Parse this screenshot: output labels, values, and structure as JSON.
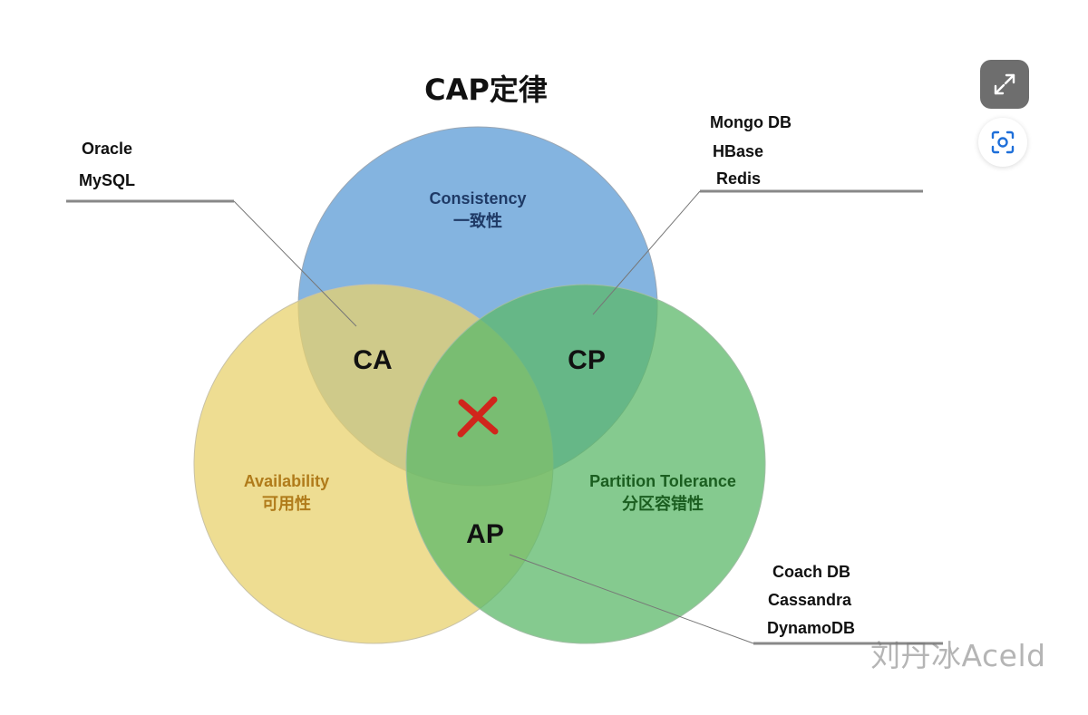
{
  "diagram": {
    "title": "CAP定律",
    "circles": {
      "consistency": {
        "name_en": "Consistency",
        "name_zh": "一致性",
        "color": "#5b9bd5",
        "text_color": "#1f3a66"
      },
      "availability": {
        "name_en": "Availability",
        "name_zh": "可用性",
        "color": "#e8d26e",
        "text_color": "#b07b1a"
      },
      "partition": {
        "name_en": "Partition Tolerance",
        "name_zh": "分区容错性",
        "color": "#5cb86a",
        "text_color": "#1b5e20"
      }
    },
    "regions": {
      "ca": "CA",
      "cp": "CP",
      "ap": "AP"
    },
    "center_mark": "✕",
    "center_mark_color": "#d0261c",
    "callouts": {
      "ca": [
        "Oracle",
        "MySQL"
      ],
      "cp": [
        "Mongo DB",
        "HBase",
        "Redis"
      ],
      "ap": [
        "Coach DB",
        "Cassandra",
        "DynamoDB"
      ]
    }
  },
  "watermark": "刘丹冰Aceld",
  "ui": {
    "expand_icon": "expand-icon",
    "scan_icon": "scan-icon"
  }
}
